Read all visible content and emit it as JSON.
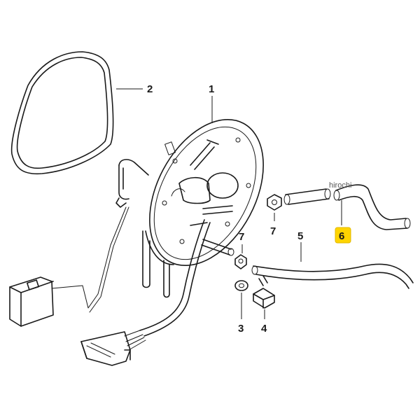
{
  "diagram": {
    "parts": [
      {
        "id": "1",
        "label": "1",
        "part": "fuel-pump-flange-assembly"
      },
      {
        "id": "2",
        "label": "2",
        "part": "sealing-ring"
      },
      {
        "id": "3",
        "label": "3",
        "part": "washer"
      },
      {
        "id": "4",
        "label": "4",
        "part": "screw"
      },
      {
        "id": "5",
        "label": "5",
        "part": "fuel-line-long"
      },
      {
        "id": "6",
        "label": "6",
        "part": "fuel-hose",
        "highlighted": true
      },
      {
        "id": "7a",
        "label": "7",
        "part": "nut-upper"
      },
      {
        "id": "7b",
        "label": "7",
        "part": "nut-lower"
      }
    ],
    "watermark": "hirochi",
    "highlight_color": "#ffd400"
  }
}
